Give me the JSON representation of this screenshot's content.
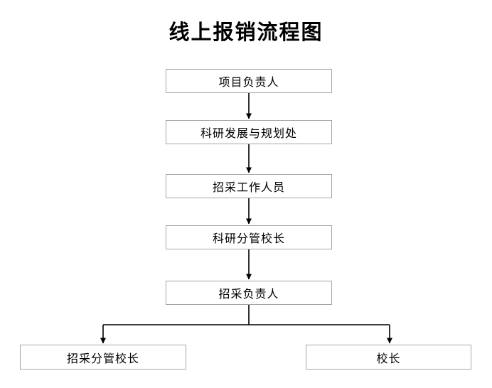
{
  "title": "线上报销流程图",
  "colors": {
    "background": "#ffffff",
    "box_border": "#a6a6a6",
    "box_fill": "#ffffff",
    "text": "#000000",
    "arrow": "#000000"
  },
  "nodes": [
    {
      "id": "project-leader",
      "label": "项目负责人"
    },
    {
      "id": "research-dev-planning",
      "label": "科研发展与规划处"
    },
    {
      "id": "procurement-staff",
      "label": "招采工作人员"
    },
    {
      "id": "research-vice-president",
      "label": "科研分管校长"
    },
    {
      "id": "procurement-leader",
      "label": "招采负责人"
    },
    {
      "id": "procurement-vice-president",
      "label": "招采分管校长"
    },
    {
      "id": "president",
      "label": "校长"
    }
  ],
  "edges": [
    {
      "from": "项目负责人",
      "to": "科研发展与规划处"
    },
    {
      "from": "科研发展与规划处",
      "to": "招采工作人员"
    },
    {
      "from": "招采工作人员",
      "to": "科研分管校长"
    },
    {
      "from": "科研分管校长",
      "to": "招采负责人"
    },
    {
      "from": "招采负责人",
      "to": "招采分管校长"
    },
    {
      "from": "招采负责人",
      "to": "校长"
    }
  ]
}
